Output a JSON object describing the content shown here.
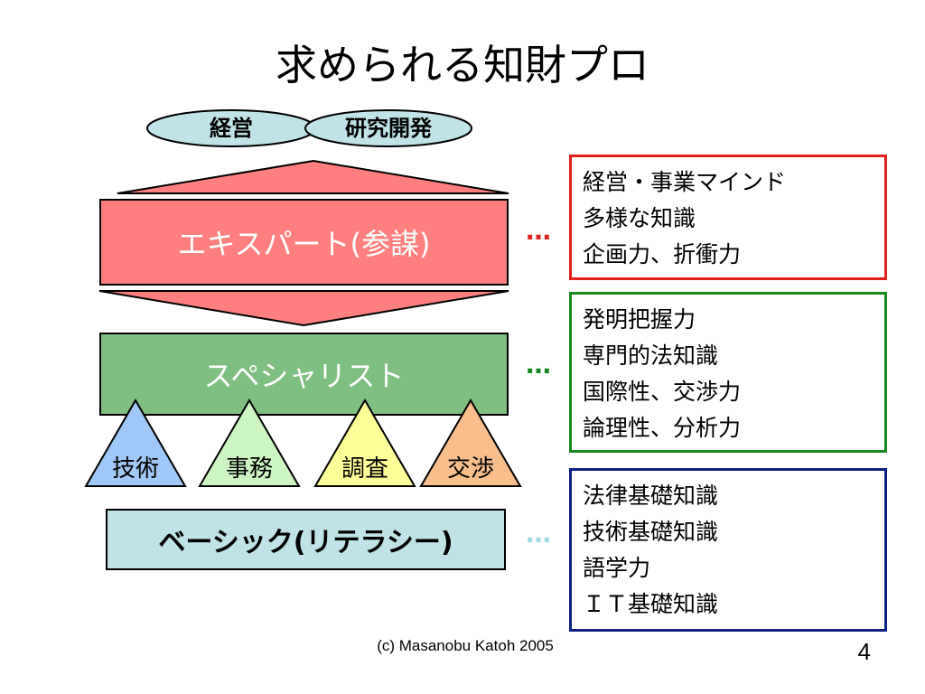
{
  "title": "求められる知財プロ",
  "ovals": {
    "left": "経営",
    "right": "研究開発"
  },
  "tiers": {
    "expert": "エキスパート(参謀)",
    "specialist": "スペシャリスト",
    "basic": "ベーシック(リテラシー)"
  },
  "triangles": [
    {
      "label": "技術",
      "color": "#9fc7f7"
    },
    {
      "label": "事務",
      "color": "#ccf5c2"
    },
    {
      "label": "調査",
      "color": "#ffff99"
    },
    {
      "label": "交渉",
      "color": "#f9be8c"
    }
  ],
  "ellipsis": {
    "text": "…",
    "colors": {
      "red": "#e0201a",
      "green": "#13891e",
      "blue": "#9ddfe3"
    }
  },
  "notes": {
    "expert": [
      "経営・事業マインド",
      "多様な知識",
      "企画力、折衝力"
    ],
    "specialist": [
      "発明把握力",
      "専門的法知識",
      "国際性、交渉力",
      "論理性、分析力"
    ],
    "basic": [
      "法律基礎知識",
      "技術基礎知識",
      "語学力",
      "ＩＴ基礎知識"
    ]
  },
  "footer": "(c) Masanobu Katoh 2005",
  "page_number": "4"
}
